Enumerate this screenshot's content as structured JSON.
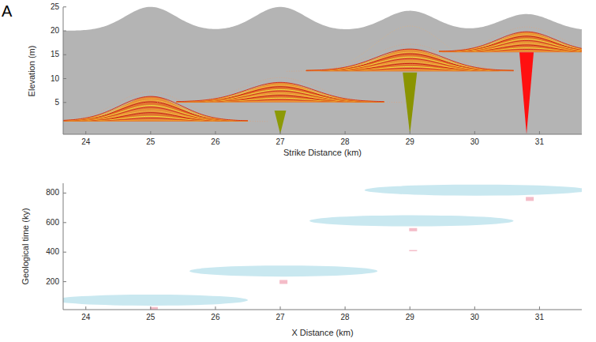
{
  "diagram": {
    "labels": [
      "A",
      "25",
      "20",
      "15",
      "10",
      "5",
      "24",
      "25",
      "26",
      "27",
      "28",
      "29",
      "30",
      "31",
      "Strike Distance (km)",
      "Elevation (m)",
      "800",
      "600",
      "400",
      "200",
      "24",
      "25",
      "26",
      "27",
      "28",
      "29",
      "30",
      "31",
      "X Distance (km)",
      "Geological time (ky)"
    ]
  }
}
